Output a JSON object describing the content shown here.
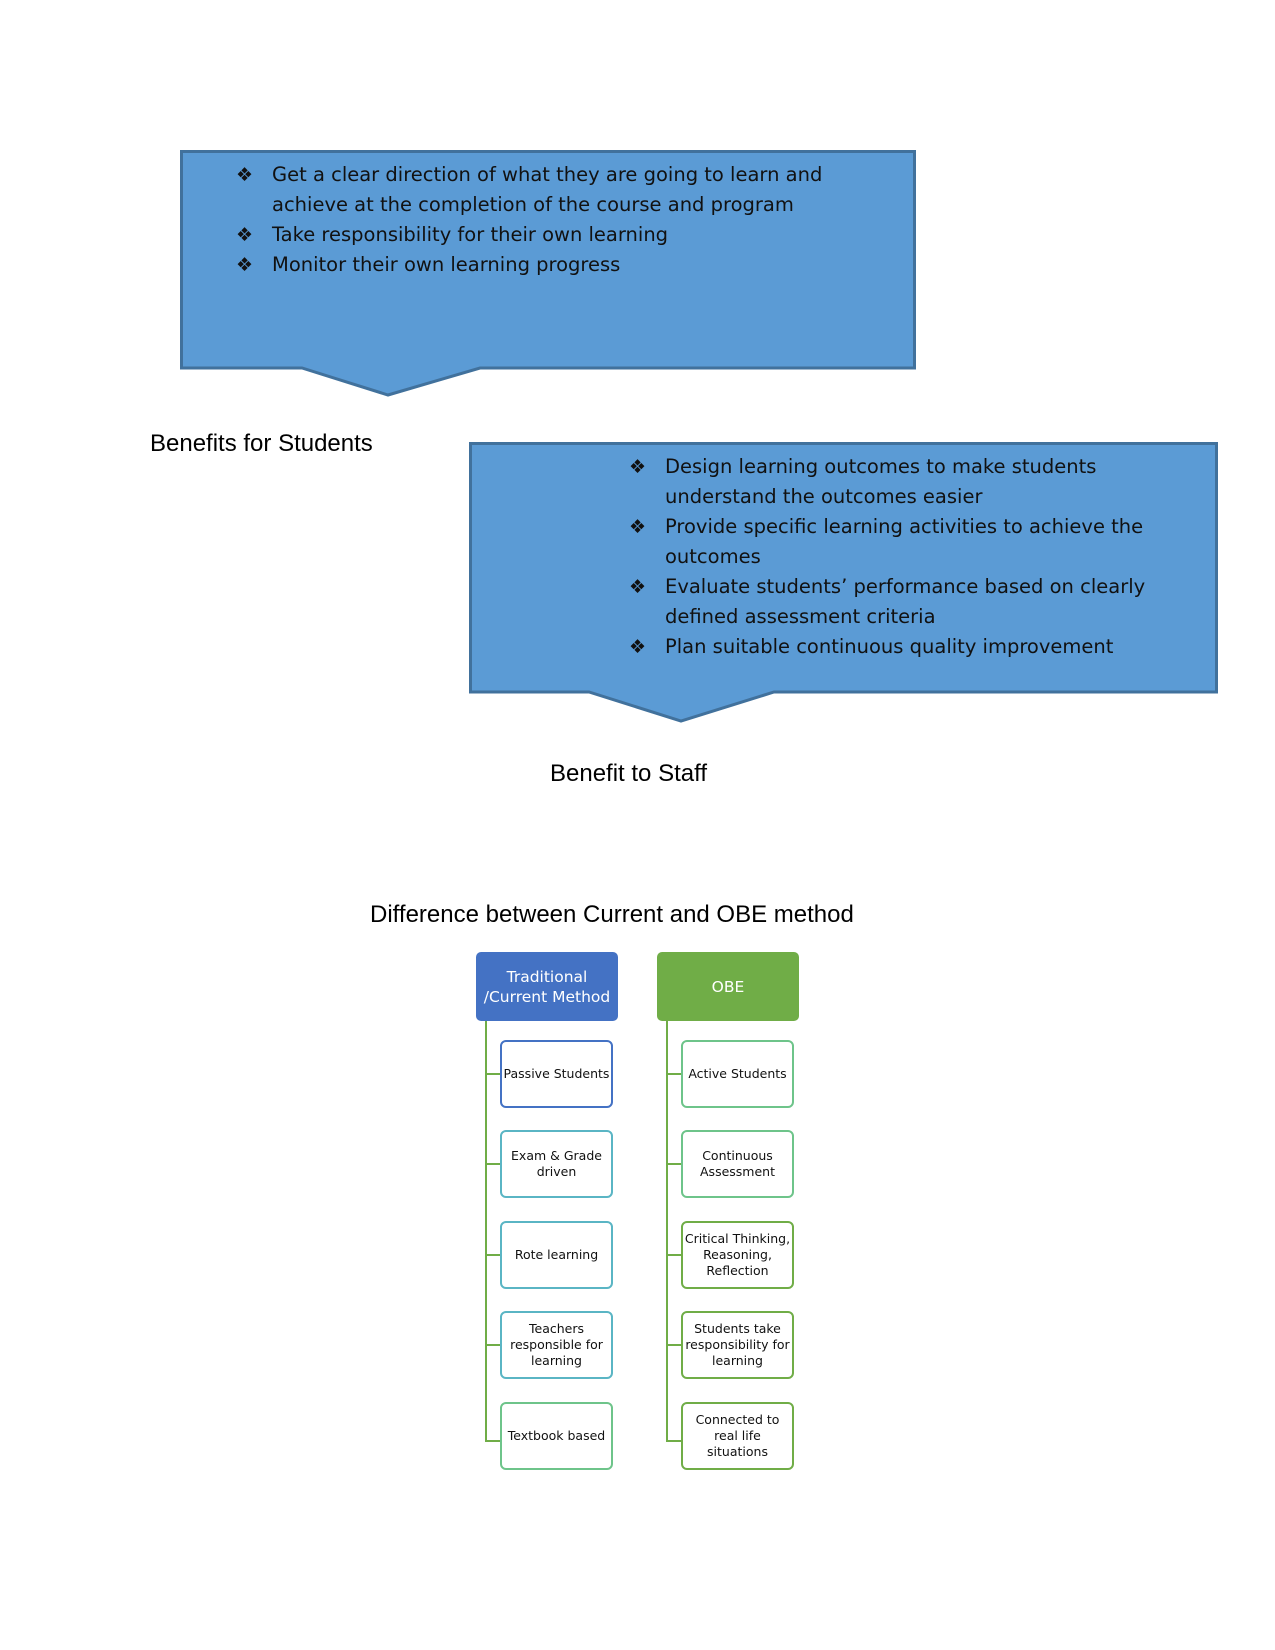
{
  "students_callout": {
    "items": [
      "Get a clear direction of what they are going to learn and achieve at the completion of the course and program",
      " Take responsibility for their own learning",
      "Monitor their own learning progress"
    ]
  },
  "students_heading": "Benefits for Students",
  "staff_callout": {
    "items": [
      "Design learning outcomes to make students understand the outcomes easier",
      "Provide specific learning activities to achieve the outcomes",
      "Evaluate students’ performance based on clearly defined assessment criteria",
      "Plan suitable continuous quality improvement"
    ]
  },
  "staff_heading": "Benefit to Staff",
  "comparison": {
    "title": "Difference between Current and OBE method",
    "traditional": {
      "header": "Traditional /Current Method",
      "items": [
        "Passive Students",
        "Exam & Grade driven",
        "Rote learning",
        "Teachers responsible for learning",
        "Textbook based"
      ]
    },
    "obe": {
      "header": "OBE",
      "items": [
        "Active Students",
        "Continuous Assessment",
        "Critical Thinking, Reasoning, Reflection",
        "Students take responsibility for learning",
        "Connected to real life situations"
      ]
    }
  },
  "colors": {
    "callout_fill": "#5b9bd5",
    "callout_border": "#41719c",
    "traditional_header": "#4472c4",
    "obe_header": "#70ad47"
  }
}
